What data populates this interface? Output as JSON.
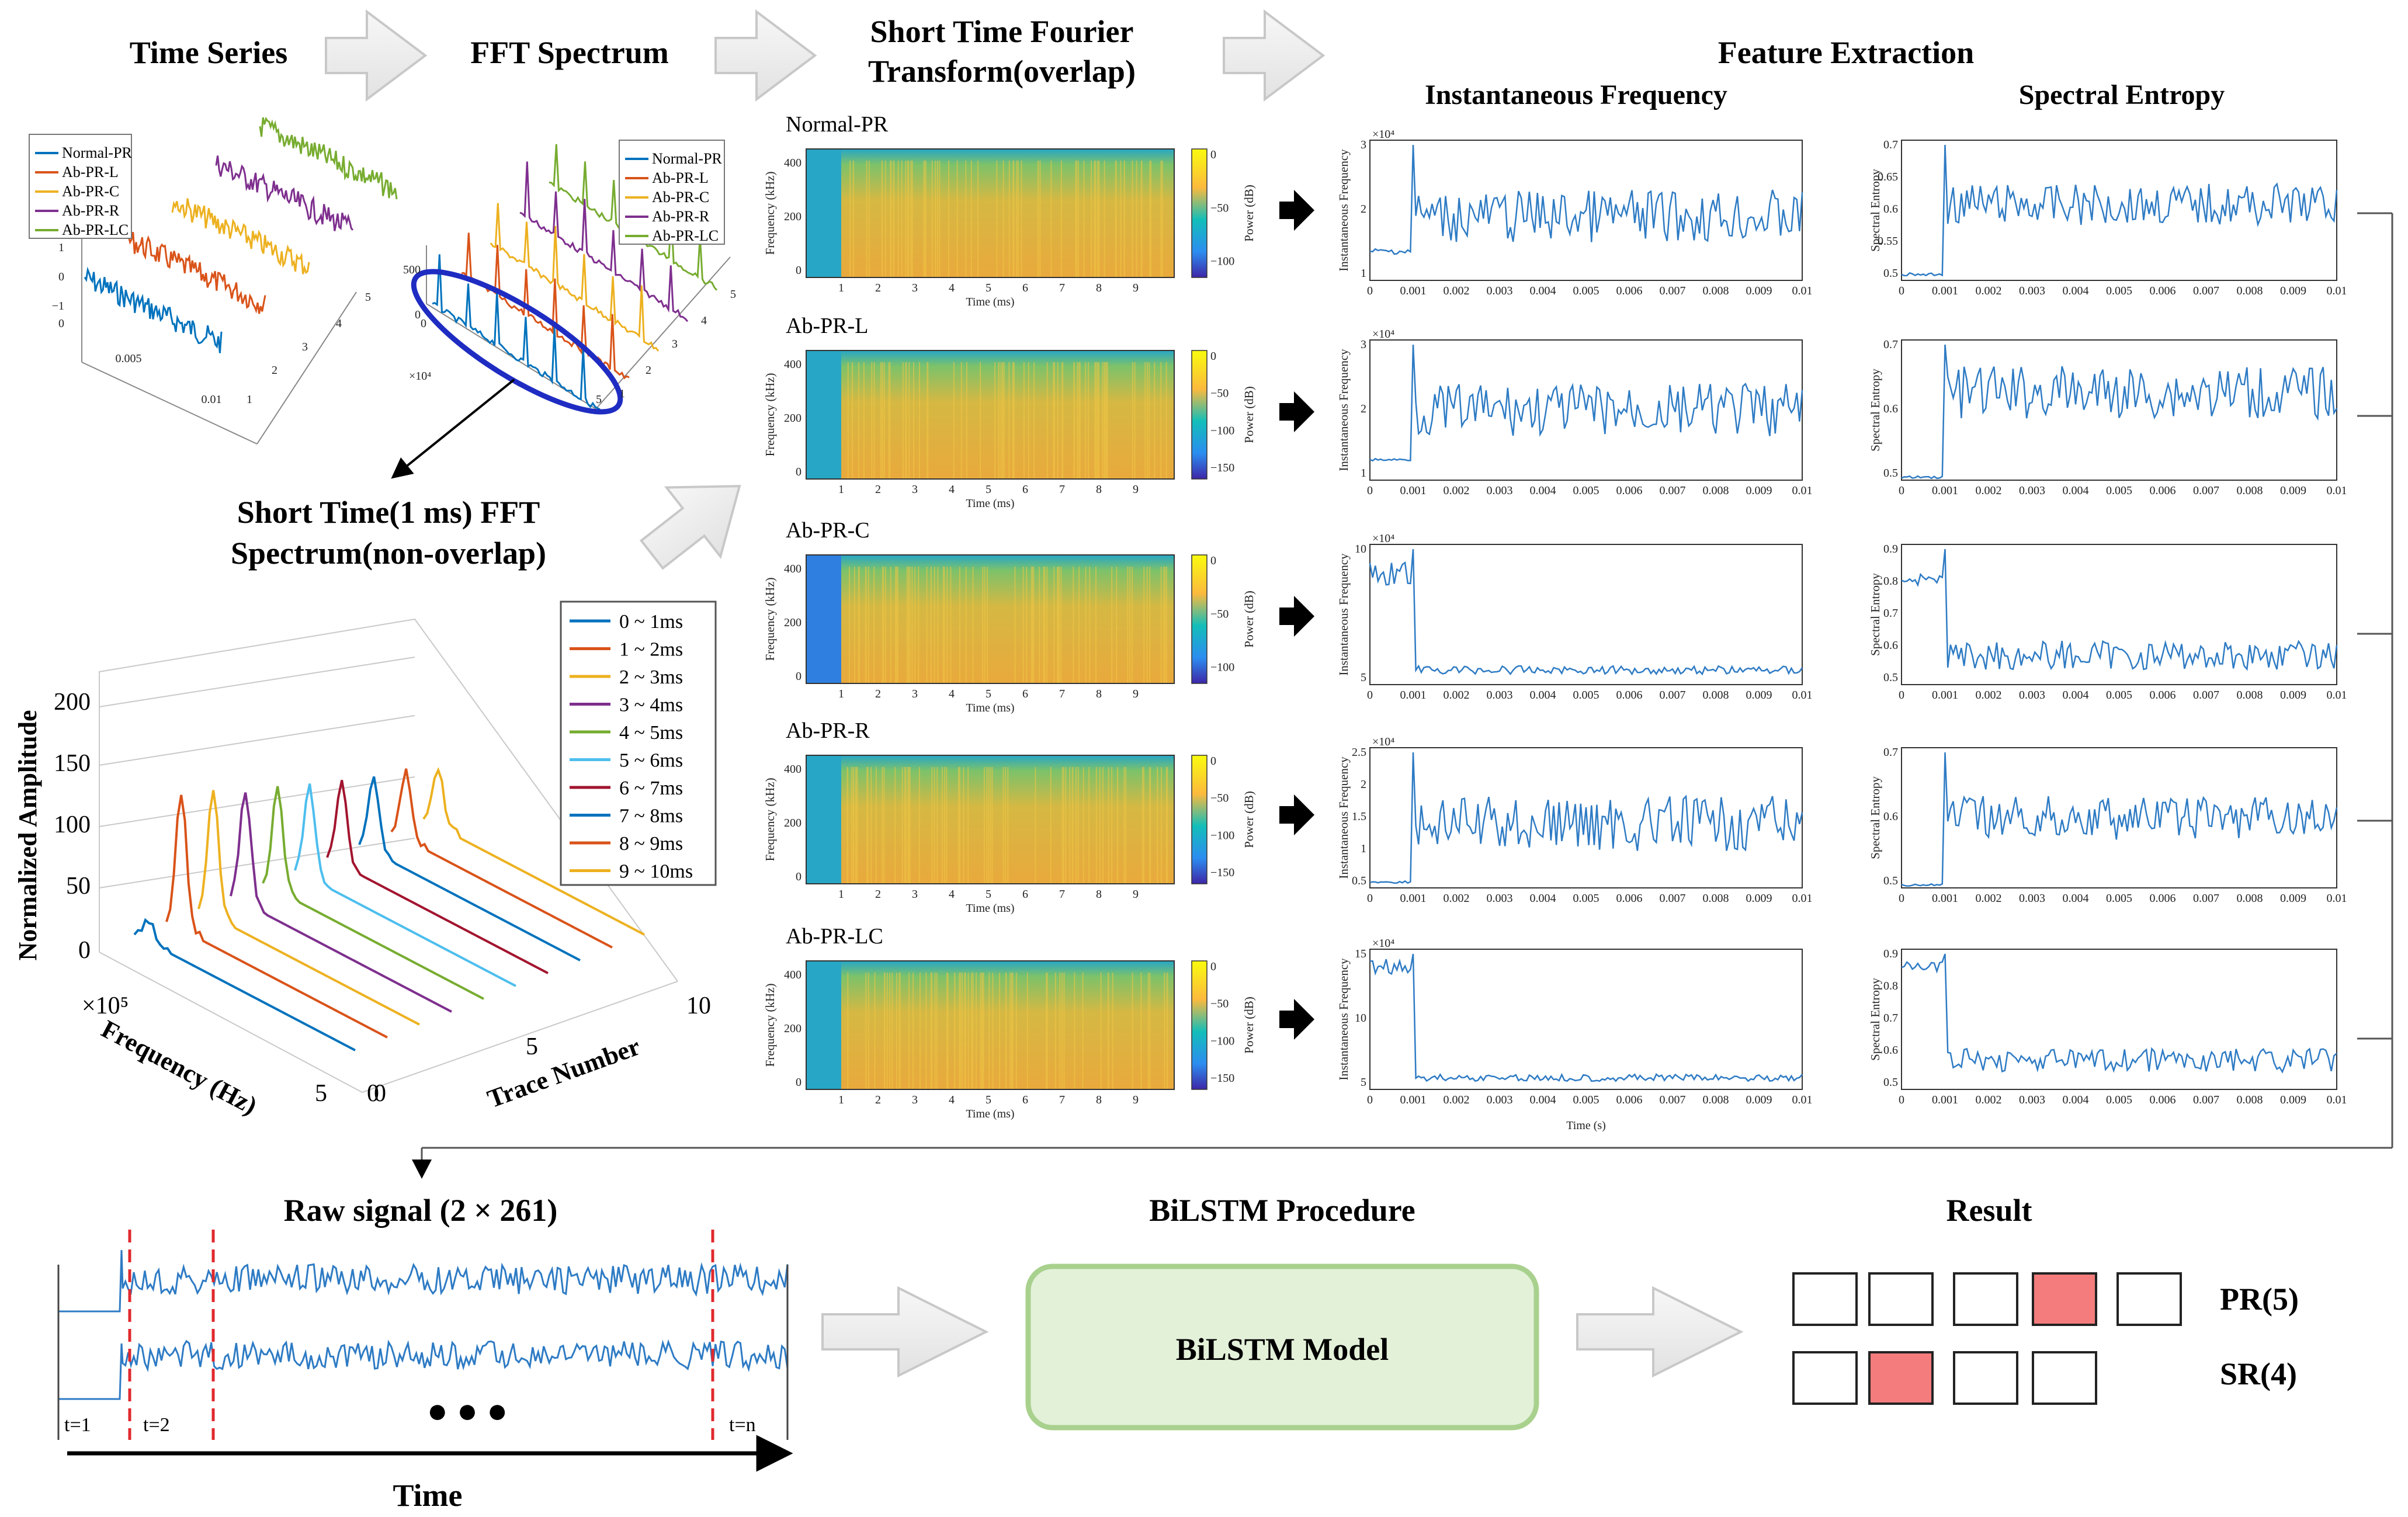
{
  "headers": {
    "time_series": "Time Series",
    "fft_spectrum": "FFT Spectrum",
    "stft_line1": "Short Time Fourier",
    "stft_line2": "Transform(overlap)",
    "feature_extraction": "Feature Extraction",
    "inst_freq": "Instantaneous Frequency",
    "spec_entropy": "Spectral Entropy",
    "short_fft_line1": "Short Time(1 ms) FFT",
    "short_fft_line2": "Spectrum(non-overlap)",
    "raw_signal": "Raw signal (2 × 261)",
    "bilstm_procedure": "BiLSTM Procedure",
    "result": "Result"
  },
  "classes": [
    "Normal-PR",
    "Ab-PR-L",
    "Ab-PR-C",
    "Ab-PR-R",
    "Ab-PR-LC"
  ],
  "colors": {
    "blue": "#0072BD",
    "orange": "#D95319",
    "yellow": "#EDB120",
    "purple": "#7E2F8E",
    "green": "#77AC30",
    "cyan": "#4DBEEE",
    "darkred": "#A2142F",
    "line": "#2E7BC4",
    "arrow_fill": "#EEEEEE",
    "arrow_stroke": "#C8C8C8",
    "bilstm_fill": "#E3F1D9",
    "bilstm_stroke": "#A9D18E",
    "highlight": "#F47C7C",
    "ellipse": "#1F2CC2",
    "red_dash": "#E0282D"
  },
  "time_series_axes": {
    "z_ticks": [
      "1",
      "0",
      "−1"
    ],
    "x_ticks": [
      "0",
      "0.005",
      "0.01"
    ],
    "y_ticks": [
      "1",
      "2",
      "3",
      "4",
      "5"
    ]
  },
  "fft_axes": {
    "z_ticks": [
      "500",
      "0"
    ],
    "x_multiplier": "×10⁴",
    "x_ticks": [
      "0",
      "5"
    ],
    "y_ticks": [
      "1",
      "2",
      "3",
      "4",
      "5"
    ]
  },
  "stft": {
    "ylabel": "Frequency (kHz)",
    "xlabel": "Time (ms)",
    "colorbar_label": "Power (dB)",
    "y_ticks": [
      "400",
      "200",
      "0"
    ],
    "x_ticks": [
      "1",
      "2",
      "3",
      "4",
      "5",
      "6",
      "7",
      "8",
      "9"
    ],
    "colorbar_ticks": [
      [
        "0",
        "−50",
        "−100"
      ],
      [
        "0",
        "−50",
        "−100",
        "−150"
      ],
      [
        "0",
        "−50",
        "−100"
      ],
      [
        "0",
        "−50",
        "−100",
        "−150"
      ],
      [
        "0",
        "−50",
        "−100",
        "−150"
      ]
    ]
  },
  "inst_freq": {
    "ylabel": "Instantaneous Frequency",
    "exponent": "×10⁴",
    "x_ticks": [
      "0",
      "0.001",
      "0.002",
      "0.003",
      "0.004",
      "0.005",
      "0.006",
      "0.007",
      "0.008",
      "0.009",
      "0.01"
    ],
    "xlabel_last": "Time (s)",
    "y_ticks": [
      [
        "3",
        "2",
        "1"
      ],
      [
        "3",
        "2",
        "1"
      ],
      [
        "10",
        "5"
      ],
      [
        "2.5",
        "2",
        "1.5",
        "1",
        "0.5"
      ],
      [
        "15",
        "10",
        "5"
      ]
    ]
  },
  "spec_entropy": {
    "ylabel": "Spectral Entropy",
    "x_ticks": [
      "0",
      "0.001",
      "0.002",
      "0.003",
      "0.004",
      "0.005",
      "0.006",
      "0.007",
      "0.008",
      "0.009",
      "0.01"
    ],
    "y_ticks": [
      [
        "0.7",
        "0.65",
        "0.6",
        "0.55",
        "0.5"
      ],
      [
        "0.7",
        "0.6",
        "0.5"
      ],
      [
        "0.9",
        "0.8",
        "0.7",
        "0.6",
        "0.5"
      ],
      [
        "0.7",
        "0.6",
        "0.5"
      ],
      [
        "0.9",
        "0.8",
        "0.7",
        "0.6",
        "0.5"
      ]
    ]
  },
  "waterfall": {
    "ylabel": "Normalized Amplitude",
    "z_ticks": [
      "200",
      "150",
      "100",
      "50",
      "0"
    ],
    "freq_label": "Frequency (Hz)",
    "freq_mult": "×10⁵",
    "freq_ticks": [
      "0",
      "5"
    ],
    "trace_label": "Trace Number",
    "trace_ticks": [
      "0",
      "5",
      "10"
    ],
    "legend": [
      "0 ~ 1ms",
      "1 ~ 2ms",
      "2 ~ 3ms",
      "3 ~ 4ms",
      "4 ~ 5ms",
      "5 ~ 6ms",
      "6 ~ 7ms",
      "7 ~ 8ms",
      "8 ~ 9ms",
      "9 ~ 10ms"
    ]
  },
  "raw": {
    "t_labels": [
      "t=1",
      "t=2",
      "t=n"
    ],
    "ellipsis": "● ● ●",
    "time_label": "Time"
  },
  "bilstm": {
    "label": "BiLSTM Model"
  },
  "result": {
    "pr_label": "PR(5)",
    "sr_label": "SR(4)",
    "pr_selected_index": 3,
    "sr_selected_index": 1
  }
}
